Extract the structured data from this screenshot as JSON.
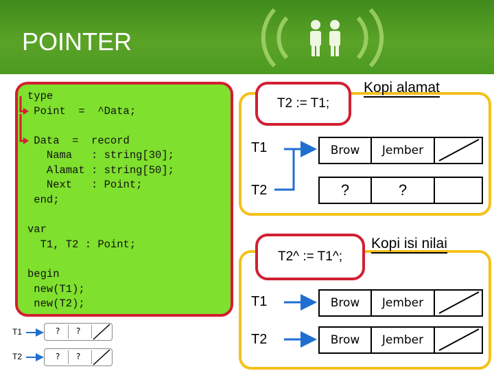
{
  "header": {
    "title": "POINTER"
  },
  "code": {
    "type_block": "type\n Point  =  ^Data;\n\n Data  =  record\n   Nama   : string[30];\n   Alamat : string[50];\n   Next   : Point;\n end;",
    "var_block": "var\n  T1, T2 : Point;",
    "begin_block": "begin\n new(T1);\n new(T2);"
  },
  "mini_memory": {
    "t1_label": "T1",
    "t2_label": "T2",
    "t1_cells": [
      "?",
      "?"
    ],
    "t2_cells": [
      "?",
      "?"
    ]
  },
  "top_section": {
    "caption": "Kopi alamat",
    "statement": "T2 := T1;",
    "t1_label": "T1",
    "t2_label": "T2",
    "t1_record": [
      "Brow",
      "Jember"
    ],
    "t2_record": [
      "?",
      "?"
    ]
  },
  "bottom_section": {
    "caption": "Kopi isi nilai",
    "statement": "T2^ := T1^;",
    "t1_label": "T1",
    "t2_label": "T2",
    "t1_record": [
      "Brow",
      "Jember"
    ],
    "t2_record": [
      "Brow",
      "Jember"
    ]
  },
  "colors": {
    "header_green": "#4c9a22",
    "panel_green": "#7fe02e",
    "panel_border_red": "#d21f32",
    "section_border_yellow": "#f4c119",
    "arrow_blue": "#1f6fd1"
  }
}
